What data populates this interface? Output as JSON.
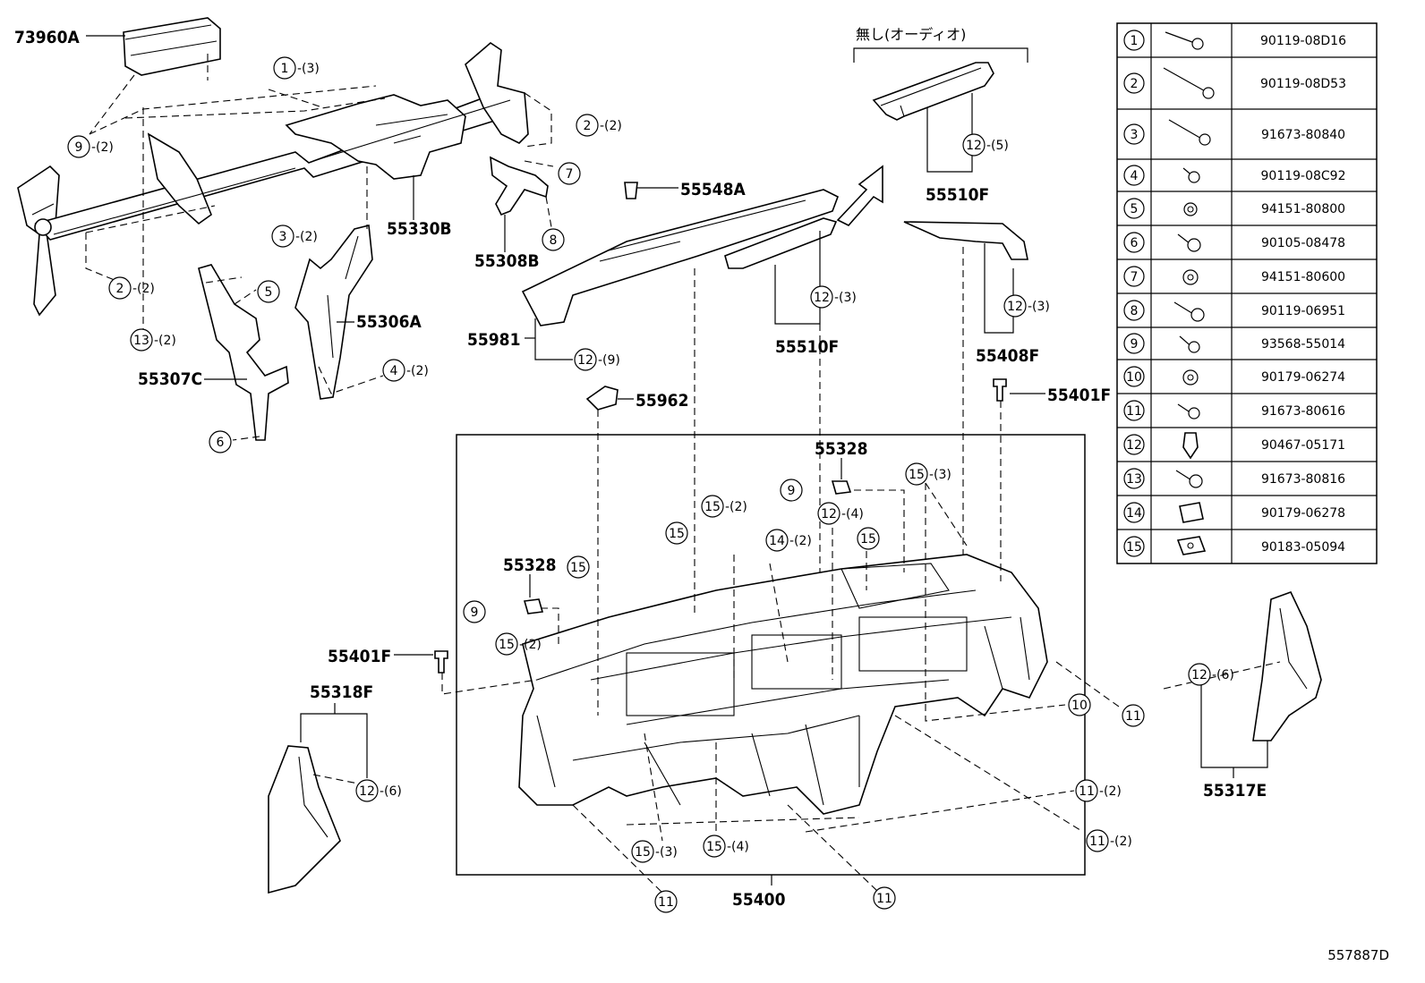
{
  "diagram_id": "557887D",
  "note_label": "無し(オーディオ)",
  "part_labels": {
    "p73960A": "73960A",
    "p55330B": "55330B",
    "p55308B": "55308B",
    "p55306A": "55306A",
    "p55307C": "55307C",
    "p55548A": "55548A",
    "p55981": "55981",
    "p55510F_top": "55510F",
    "p55510F_mid": "55510F",
    "p55408F": "55408F",
    "p55401F_right": "55401F",
    "p55962": "55962",
    "p55328_top": "55328",
    "p55328_left": "55328",
    "p55401F_left": "55401F",
    "p55318F": "55318F",
    "p55400": "55400",
    "p55317E": "55317E"
  },
  "callouts": [
    {
      "id": "c1",
      "num": "1",
      "qty": "-(3)"
    },
    {
      "id": "c2a",
      "num": "2",
      "qty": "-(2)"
    },
    {
      "id": "c9a",
      "num": "9",
      "qty": "-(2)"
    },
    {
      "id": "c7",
      "num": "7",
      "qty": ""
    },
    {
      "id": "c8",
      "num": "8",
      "qty": ""
    },
    {
      "id": "c3",
      "num": "3",
      "qty": "-(2)"
    },
    {
      "id": "c5",
      "num": "5",
      "qty": ""
    },
    {
      "id": "c2b",
      "num": "2",
      "qty": "-(2)"
    },
    {
      "id": "c13",
      "num": "13",
      "qty": "-(2)"
    },
    {
      "id": "c4",
      "num": "4",
      "qty": "-(2)"
    },
    {
      "id": "c6",
      "num": "6",
      "qty": ""
    },
    {
      "id": "c12a",
      "num": "12",
      "qty": "-(5)"
    },
    {
      "id": "c12b",
      "num": "12",
      "qty": "-(3)"
    },
    {
      "id": "c12c",
      "num": "12",
      "qty": "-(9)"
    },
    {
      "id": "c12d",
      "num": "12",
      "qty": "-(3)"
    },
    {
      "id": "c9b",
      "num": "9",
      "qty": ""
    },
    {
      "id": "c15a",
      "num": "15",
      "qty": "-(3)"
    },
    {
      "id": "c15b",
      "num": "15",
      "qty": "-(2)"
    },
    {
      "id": "c12e",
      "num": "12",
      "qty": "-(4)"
    },
    {
      "id": "c15c",
      "num": "15",
      "qty": ""
    },
    {
      "id": "c14",
      "num": "14",
      "qty": "-(2)"
    },
    {
      "id": "c15d",
      "num": "15",
      "qty": ""
    },
    {
      "id": "c15e",
      "num": "15",
      "qty": ""
    },
    {
      "id": "c9c",
      "num": "9",
      "qty": ""
    },
    {
      "id": "c15f",
      "num": "15",
      "qty": "-(2)"
    },
    {
      "id": "c10",
      "num": "10",
      "qty": ""
    },
    {
      "id": "c11a",
      "num": "11",
      "qty": ""
    },
    {
      "id": "c11b",
      "num": "11",
      "qty": "-(2)"
    },
    {
      "id": "c11c",
      "num": "11",
      "qty": "-(2)"
    },
    {
      "id": "c15g",
      "num": "15",
      "qty": "-(3)"
    },
    {
      "id": "c15h",
      "num": "15",
      "qty": "-(4)"
    },
    {
      "id": "c11d",
      "num": "11",
      "qty": ""
    },
    {
      "id": "c11e",
      "num": "11",
      "qty": ""
    },
    {
      "id": "c12f",
      "num": "12",
      "qty": "-(6)"
    },
    {
      "id": "c12g",
      "num": "12",
      "qty": "-(6)"
    }
  ],
  "fastener_table": [
    {
      "num": "1",
      "icon": "bolt-long-icon",
      "code": "90119-08D16"
    },
    {
      "num": "2",
      "icon": "bolt-extra-long-icon",
      "code": "90119-08D53"
    },
    {
      "num": "3",
      "icon": "bolt-long-icon",
      "code": "91673-80840"
    },
    {
      "num": "4",
      "icon": "bolt-short-icon",
      "code": "90119-08C92"
    },
    {
      "num": "5",
      "icon": "nut-icon",
      "code": "94151-80800"
    },
    {
      "num": "6",
      "icon": "bolt-short-icon",
      "code": "90105-08478"
    },
    {
      "num": "7",
      "icon": "nut-icon",
      "code": "94151-80600"
    },
    {
      "num": "8",
      "icon": "bolt-short-icon",
      "code": "90119-06951"
    },
    {
      "num": "9",
      "icon": "bolt-short-icon",
      "code": "93568-55014"
    },
    {
      "num": "10",
      "icon": "nut-icon",
      "code": "90179-06274"
    },
    {
      "num": "11",
      "icon": "bolt-short-icon",
      "code": "91673-80616"
    },
    {
      "num": "12",
      "icon": "clip-icon",
      "code": "90467-05171"
    },
    {
      "num": "13",
      "icon": "bolt-short-icon",
      "code": "91673-80816"
    },
    {
      "num": "14",
      "icon": "u-nut-icon",
      "code": "90179-06278"
    },
    {
      "num": "15",
      "icon": "spring-nut-icon",
      "code": "90183-05094"
    }
  ]
}
